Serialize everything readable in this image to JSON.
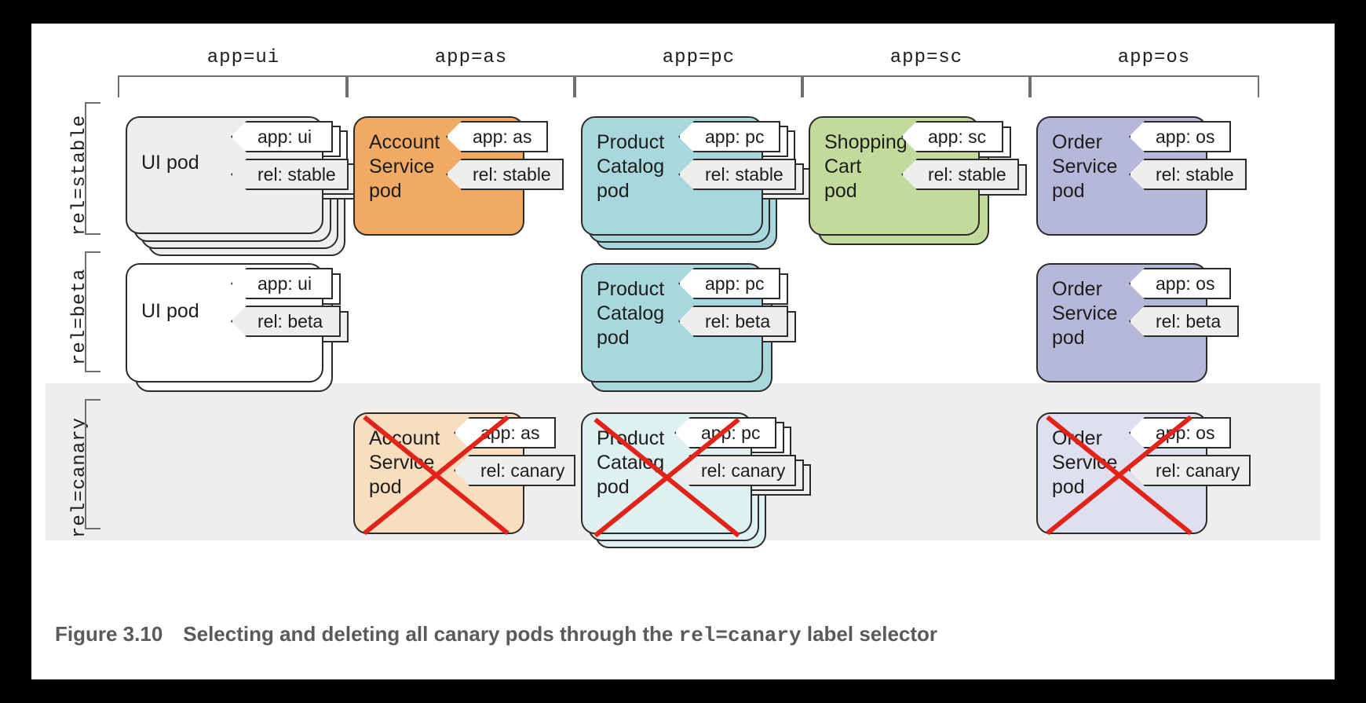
{
  "figure": {
    "caption_number": "Figure 3.10",
    "caption_text_before": "Selecting and deleting all canary pods through the ",
    "caption_code": "rel=canary",
    "caption_text_after": " label selector"
  },
  "colors": {
    "ui": "#eeeeec",
    "account_service": "#f0aa64",
    "product_catalog": "#a8d8de",
    "shopping_cart": "#c2db9c",
    "order_service": "#b5b8d8",
    "ui_beta": "#ffffff",
    "account_service_canary": "#f8debe",
    "product_catalog_canary": "#dff0f0",
    "order_service_canary": "#dfe0ef",
    "delete_x": "#e2231a",
    "band": "#eeeeec",
    "outline": "#2b2b2b",
    "bracket": "#6f6f6f"
  },
  "columns": [
    {
      "id": "ui",
      "header": "app=ui"
    },
    {
      "id": "as",
      "header": "app=as"
    },
    {
      "id": "pc",
      "header": "app=pc"
    },
    {
      "id": "sc",
      "header": "app=sc"
    },
    {
      "id": "os",
      "header": "app=os"
    }
  ],
  "rows": [
    {
      "id": "stable",
      "label": "rel=stable"
    },
    {
      "id": "beta",
      "label": "rel=beta"
    },
    {
      "id": "canary",
      "label": "rel=canary"
    }
  ],
  "pods": {
    "ui_stable": {
      "title": "UI pod",
      "app_tag": "app: ui",
      "rel_tag": "rel: stable",
      "deleted": false
    },
    "as_stable": {
      "title": "Account\nService\npod",
      "app_tag": "app: as",
      "rel_tag": "rel: stable",
      "deleted": false
    },
    "pc_stable": {
      "title": "Product\nCatalog\npod",
      "app_tag": "app: pc",
      "rel_tag": "rel: stable",
      "deleted": false
    },
    "sc_stable": {
      "title": "Shopping\nCart\npod",
      "app_tag": "app: sc",
      "rel_tag": "rel: stable",
      "deleted": false
    },
    "os_stable": {
      "title": "Order\nService\npod",
      "app_tag": "app: os",
      "rel_tag": "rel: stable",
      "deleted": false
    },
    "ui_beta": {
      "title": "UI pod",
      "app_tag": "app: ui",
      "rel_tag": "rel: beta",
      "deleted": false
    },
    "pc_beta": {
      "title": "Product\nCatalog\npod",
      "app_tag": "app: pc",
      "rel_tag": "rel: beta",
      "deleted": false
    },
    "os_beta": {
      "title": "Order\nService\npod",
      "app_tag": "app: os",
      "rel_tag": "rel: beta",
      "deleted": false
    },
    "as_canary": {
      "title": "Account\nService\npod",
      "app_tag": "app: as",
      "rel_tag": "rel: canary",
      "deleted": true
    },
    "pc_canary": {
      "title": "Product\nCatalog\npod",
      "app_tag": "app: pc",
      "rel_tag": "rel: canary",
      "deleted": true
    },
    "os_canary": {
      "title": "Order\nService\npod",
      "app_tag": "app: os",
      "rel_tag": "rel: canary",
      "deleted": true
    }
  }
}
